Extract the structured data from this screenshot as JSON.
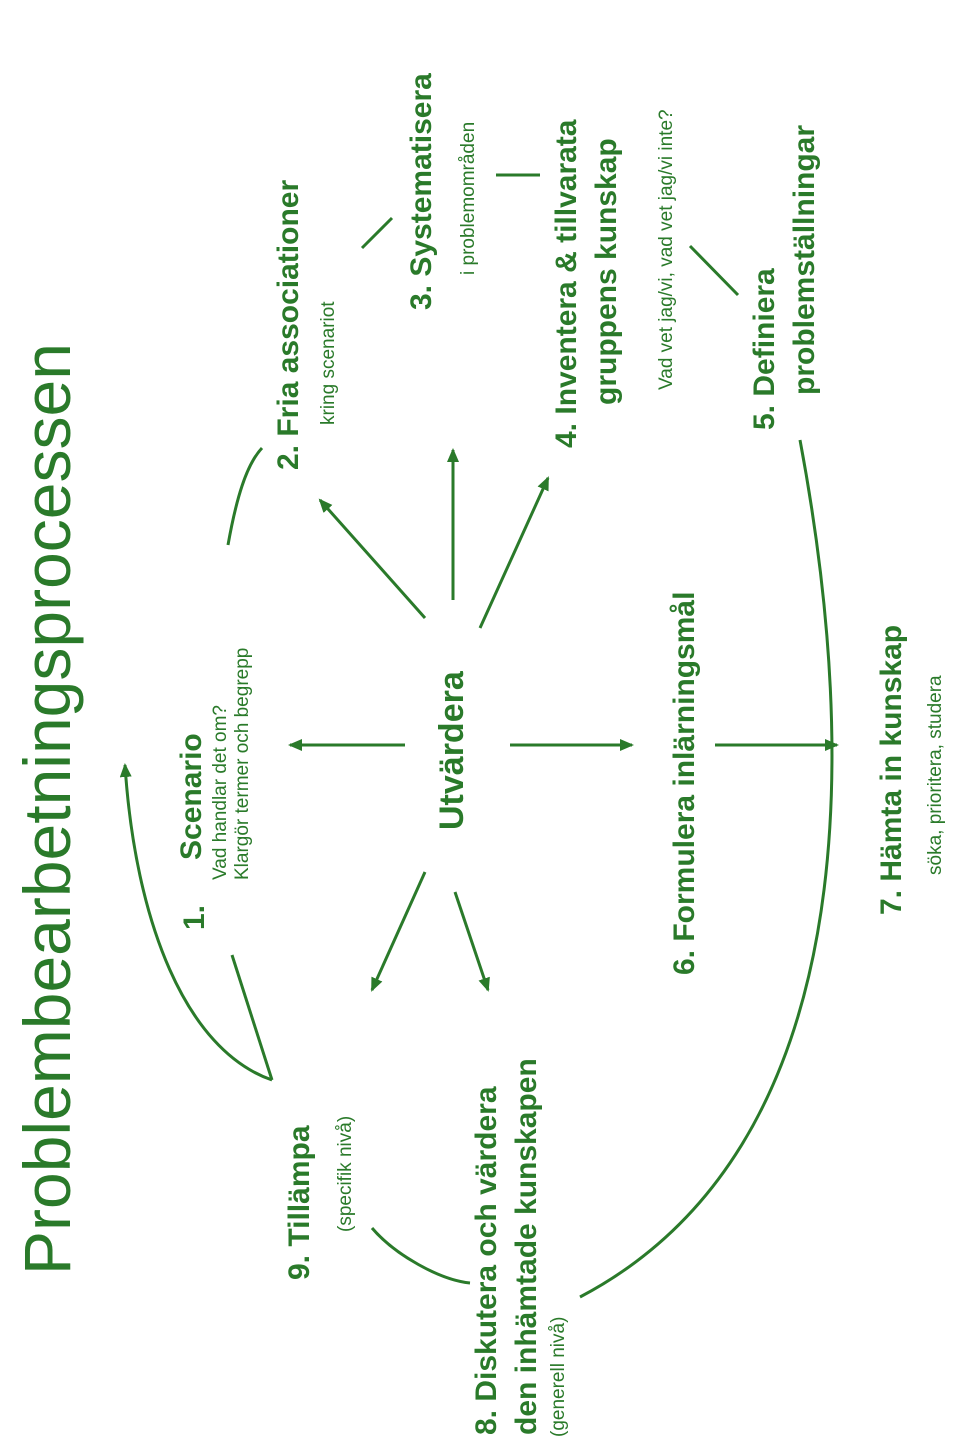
{
  "title": "Problembearbetningsprocessen",
  "center": "Utvärdera",
  "steps": {
    "s1": {
      "num": "1.",
      "label": "Scenario",
      "sub1": "Vad handlar det om?",
      "sub2": "Klargör termer och begrepp"
    },
    "s2": {
      "label": "2. Fria associationer",
      "sub": "kring scenariot"
    },
    "s3": {
      "label": "3. Systematisera",
      "sub": "i problemområden"
    },
    "s4": {
      "line1": "4. Inventera & tillvarata",
      "line2": "gruppens kunskap",
      "sub": "Vad vet jag/vi, vad vet jag/vi inte?"
    },
    "s5": {
      "line1": "5. Definiera",
      "line2": "problemställningar"
    },
    "s6": {
      "label": "6. Formulera inlärningsmål"
    },
    "s7": {
      "label": "7. Hämta in kunskap",
      "sub": "söka, prioritera, studera"
    },
    "s8": {
      "line1": "8. Diskutera och värdera",
      "line2": "den inhämtade kunskapen",
      "sub": "(generell nivå)"
    },
    "s9": {
      "label": "9. Tillämpa",
      "sub": "(specifik nivå)"
    }
  },
  "colors": {
    "text": "#2a7a2a",
    "lines": "#2a7a2a"
  }
}
